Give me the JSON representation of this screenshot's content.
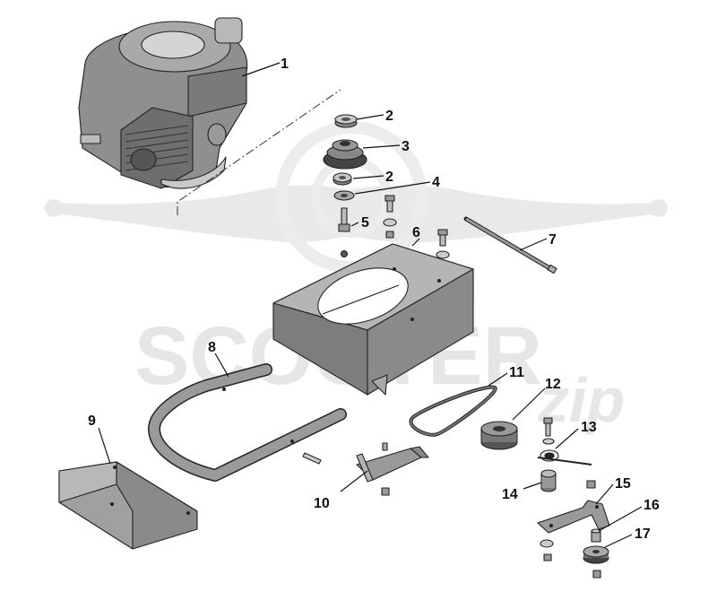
{
  "watermark": {
    "brand": "SCOOTER",
    "script": "zip"
  },
  "callouts": {
    "c1": "1",
    "c2a": "2",
    "c2b": "2",
    "c3": "3",
    "c4": "4",
    "c5": "5",
    "c6": "6",
    "c7": "7",
    "c8": "8",
    "c9": "9",
    "c10": "10",
    "c11": "11",
    "c12": "12",
    "c13": "13",
    "c14": "14",
    "c15": "15",
    "c16": "16",
    "c17": "17"
  },
  "colors": {
    "part_fill": "#8f8f8f",
    "part_dark": "#6e6e6e",
    "part_light": "#c4c4c4",
    "outline": "#222222",
    "watermark": "#e9e9e9"
  }
}
